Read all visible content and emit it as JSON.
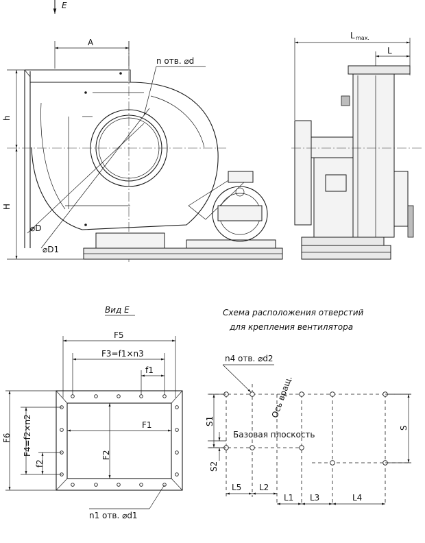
{
  "labels": {
    "view_arrow": "E",
    "dim_A": "A",
    "holes_top": "n отв. ⌀d",
    "dim_h": "h",
    "dim_H": "H",
    "dim_D": "⌀D",
    "dim_D1": "⌀D1",
    "dim_Lmax_main": "L",
    "dim_Lmax_sub": "max.",
    "dim_L": "L",
    "view_title": "Вид Е",
    "dim_F5": "F5",
    "dim_F3": "F3=f1×n3",
    "dim_f1": "f1",
    "dim_F1": "F1",
    "dim_F6": "F6",
    "dim_F4": "F4=f2×n2",
    "dim_F2": "F2",
    "dim_f2": "f2",
    "holes_bottom": "n1 отв. ⌀d1",
    "scheme_title_1": "Схема расположения отверстий",
    "scheme_title_2": "для крепления вентилятора",
    "holes_scheme": "n4 отв. ⌀d2",
    "axis_rotation": "Ось вращ.",
    "base_plane": "Базовая плоскость",
    "dim_S1": "S1",
    "dim_S": "S",
    "dim_S2": "S2",
    "dim_L5": "L5",
    "dim_L2": "L2",
    "dim_L1": "L1",
    "dim_L3": "L3",
    "dim_L4": "L4"
  }
}
